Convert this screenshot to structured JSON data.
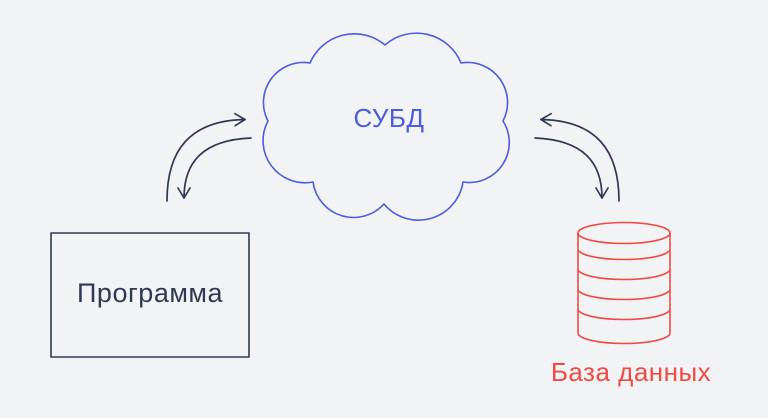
{
  "colors": {
    "bg": "#f2f3f5",
    "blue": "#4c5ce1",
    "navy": "#2e3a55",
    "red": "#f04b43"
  },
  "diagram": {
    "type": "architecture",
    "nodes": {
      "dbms": {
        "label": "СУБД",
        "shape": "cloud",
        "color": "#4c5ce1"
      },
      "program": {
        "label": "Программа",
        "shape": "rectangle",
        "color": "#2e3a55"
      },
      "database": {
        "label": "База данных",
        "shape": "cylinder",
        "color": "#f04b43"
      }
    },
    "edges": [
      {
        "from": "program",
        "to": "dbms",
        "style": "curved",
        "arrow": "open-chevron"
      },
      {
        "from": "dbms",
        "to": "program",
        "style": "curved",
        "arrow": "open-chevron"
      },
      {
        "from": "database",
        "to": "dbms",
        "style": "curved",
        "arrow": "open-chevron"
      },
      {
        "from": "dbms",
        "to": "database",
        "style": "curved",
        "arrow": "open-chevron"
      }
    ]
  }
}
